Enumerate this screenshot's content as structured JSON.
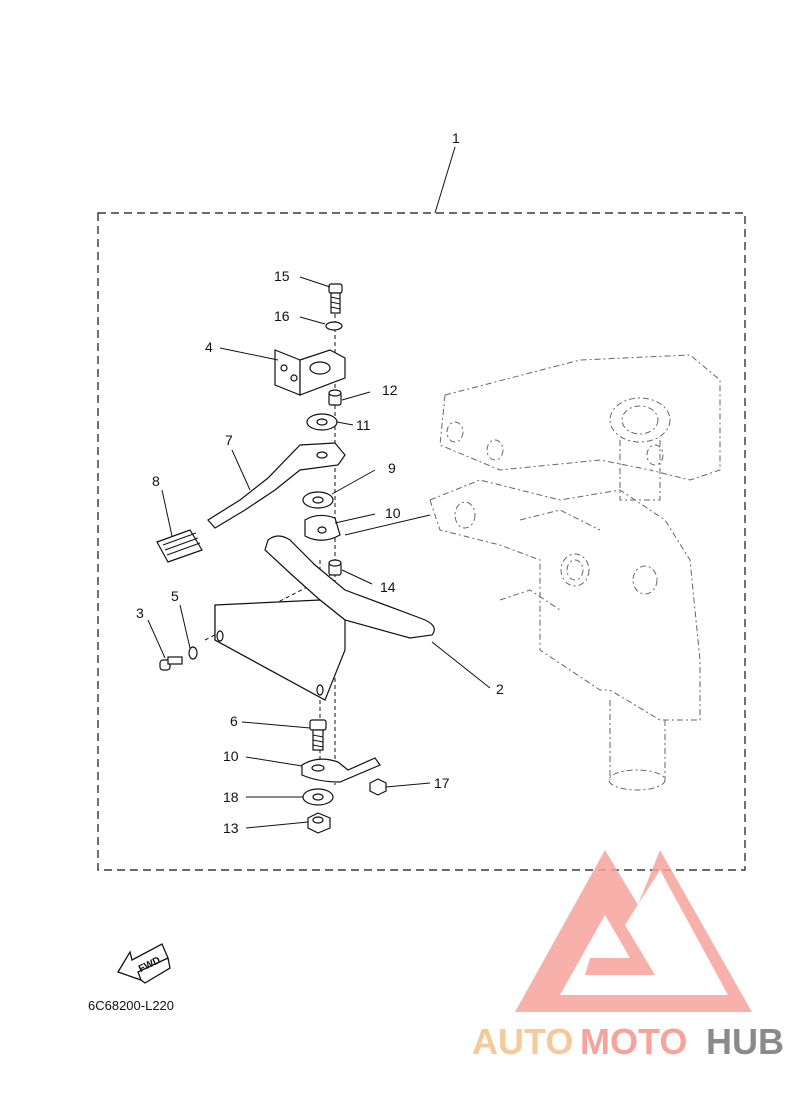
{
  "diagram": {
    "callouts": {
      "c1": "1",
      "c2": "2",
      "c3": "3",
      "c4": "4",
      "c5": "5",
      "c6": "6",
      "c7": "7",
      "c8": "8",
      "c9": "9",
      "c10a": "10",
      "c10b": "10",
      "c11": "11",
      "c12": "12",
      "c13": "13",
      "c14": "14",
      "c15": "15",
      "c16": "16",
      "c17": "17",
      "c18": "18"
    },
    "fwd_label": "FWD",
    "ref_code": "6C68200-L220"
  },
  "watermark": {
    "part1": "AUTO",
    "part2": "MOTO",
    "part3": "HUB",
    "color_auto": "#f5c99a",
    "color_moto": "#f7a39b",
    "color_hub": "#8a8a8a",
    "logo_color": "#f7a39b"
  }
}
